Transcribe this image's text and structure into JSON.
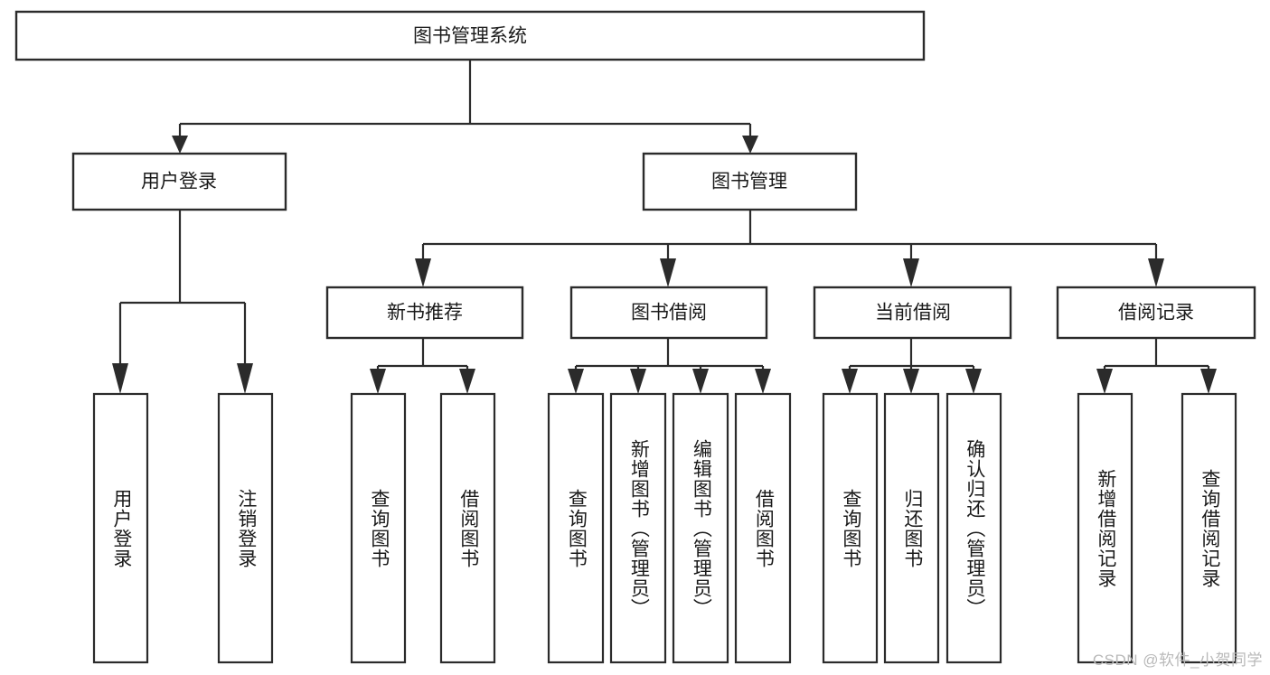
{
  "diagram": {
    "type": "tree",
    "title": "图书管理系统",
    "watermark": "CSDN @软件_小贺同学",
    "colors": {
      "stroke": "#2b2b2b",
      "fill": "#ffffff",
      "text": "#1a1a1a",
      "watermark": "#b9b9b9",
      "background": "#ffffff"
    },
    "root": {
      "label": "图书管理系统"
    },
    "level2": [
      {
        "label": "用户登录"
      },
      {
        "label": "图书管理"
      }
    ],
    "level3": [
      {
        "label": "新书推荐"
      },
      {
        "label": "图书借阅"
      },
      {
        "label": "当前借阅"
      },
      {
        "label": "借阅记录"
      }
    ],
    "leaves": {
      "user_login": [
        {
          "label": "用户登录"
        },
        {
          "label": "注销登录"
        }
      ],
      "new_book": [
        {
          "label": "查询图书"
        },
        {
          "label": "借阅图书"
        }
      ],
      "book_borrow": [
        {
          "label": "查询图书"
        },
        {
          "label": "新增图书（管理员）"
        },
        {
          "label": "编辑图书（管理员）"
        },
        {
          "label": "借阅图书"
        }
      ],
      "current_borrow": [
        {
          "label": "查询图书"
        },
        {
          "label": "归还图书"
        },
        {
          "label": "确认归还（管理员）"
        }
      ],
      "borrow_record": [
        {
          "label": "新增借阅记录"
        },
        {
          "label": "查询借阅记录"
        }
      ]
    }
  }
}
